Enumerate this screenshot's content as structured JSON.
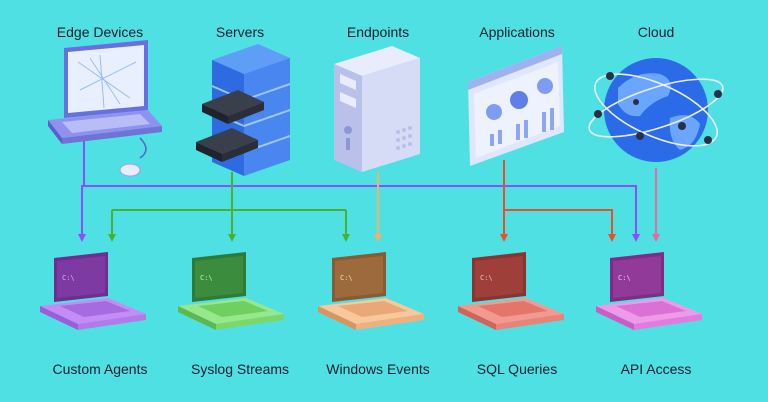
{
  "sources": [
    {
      "id": "edge",
      "label": "Edge Devices",
      "icon": "laptop-icon"
    },
    {
      "id": "servers",
      "label": "Servers",
      "icon": "server-rack-icon"
    },
    {
      "id": "endpoints",
      "label": "Endpoints",
      "icon": "desktop-tower-icon"
    },
    {
      "id": "applications",
      "label": "Applications",
      "icon": "dashboard-screen-icon"
    },
    {
      "id": "cloud",
      "label": "Cloud",
      "icon": "globe-icon"
    }
  ],
  "destinations": [
    {
      "id": "custom",
      "label": "Custom Agents",
      "icon": "laptop-icon",
      "color": "#b57cf0"
    },
    {
      "id": "syslog",
      "label": "Syslog Streams",
      "icon": "laptop-icon",
      "color": "#7ad86a"
    },
    {
      "id": "windows",
      "label": "Windows Events",
      "icon": "laptop-icon",
      "color": "#f5b27a"
    },
    {
      "id": "sql",
      "label": "SQL Queries",
      "icon": "laptop-icon",
      "color": "#ef7f73"
    },
    {
      "id": "api",
      "label": "API Access",
      "icon": "laptop-icon",
      "color": "#e27adf"
    }
  ],
  "colors": {
    "background": "#4ee0e3",
    "edge_flow": "#8a4dff",
    "server_flow": "#4caf2f",
    "endpoint_flow": "#f2b266",
    "application_flow": "#e8502c",
    "cloud_flow": "#e56aa0"
  }
}
